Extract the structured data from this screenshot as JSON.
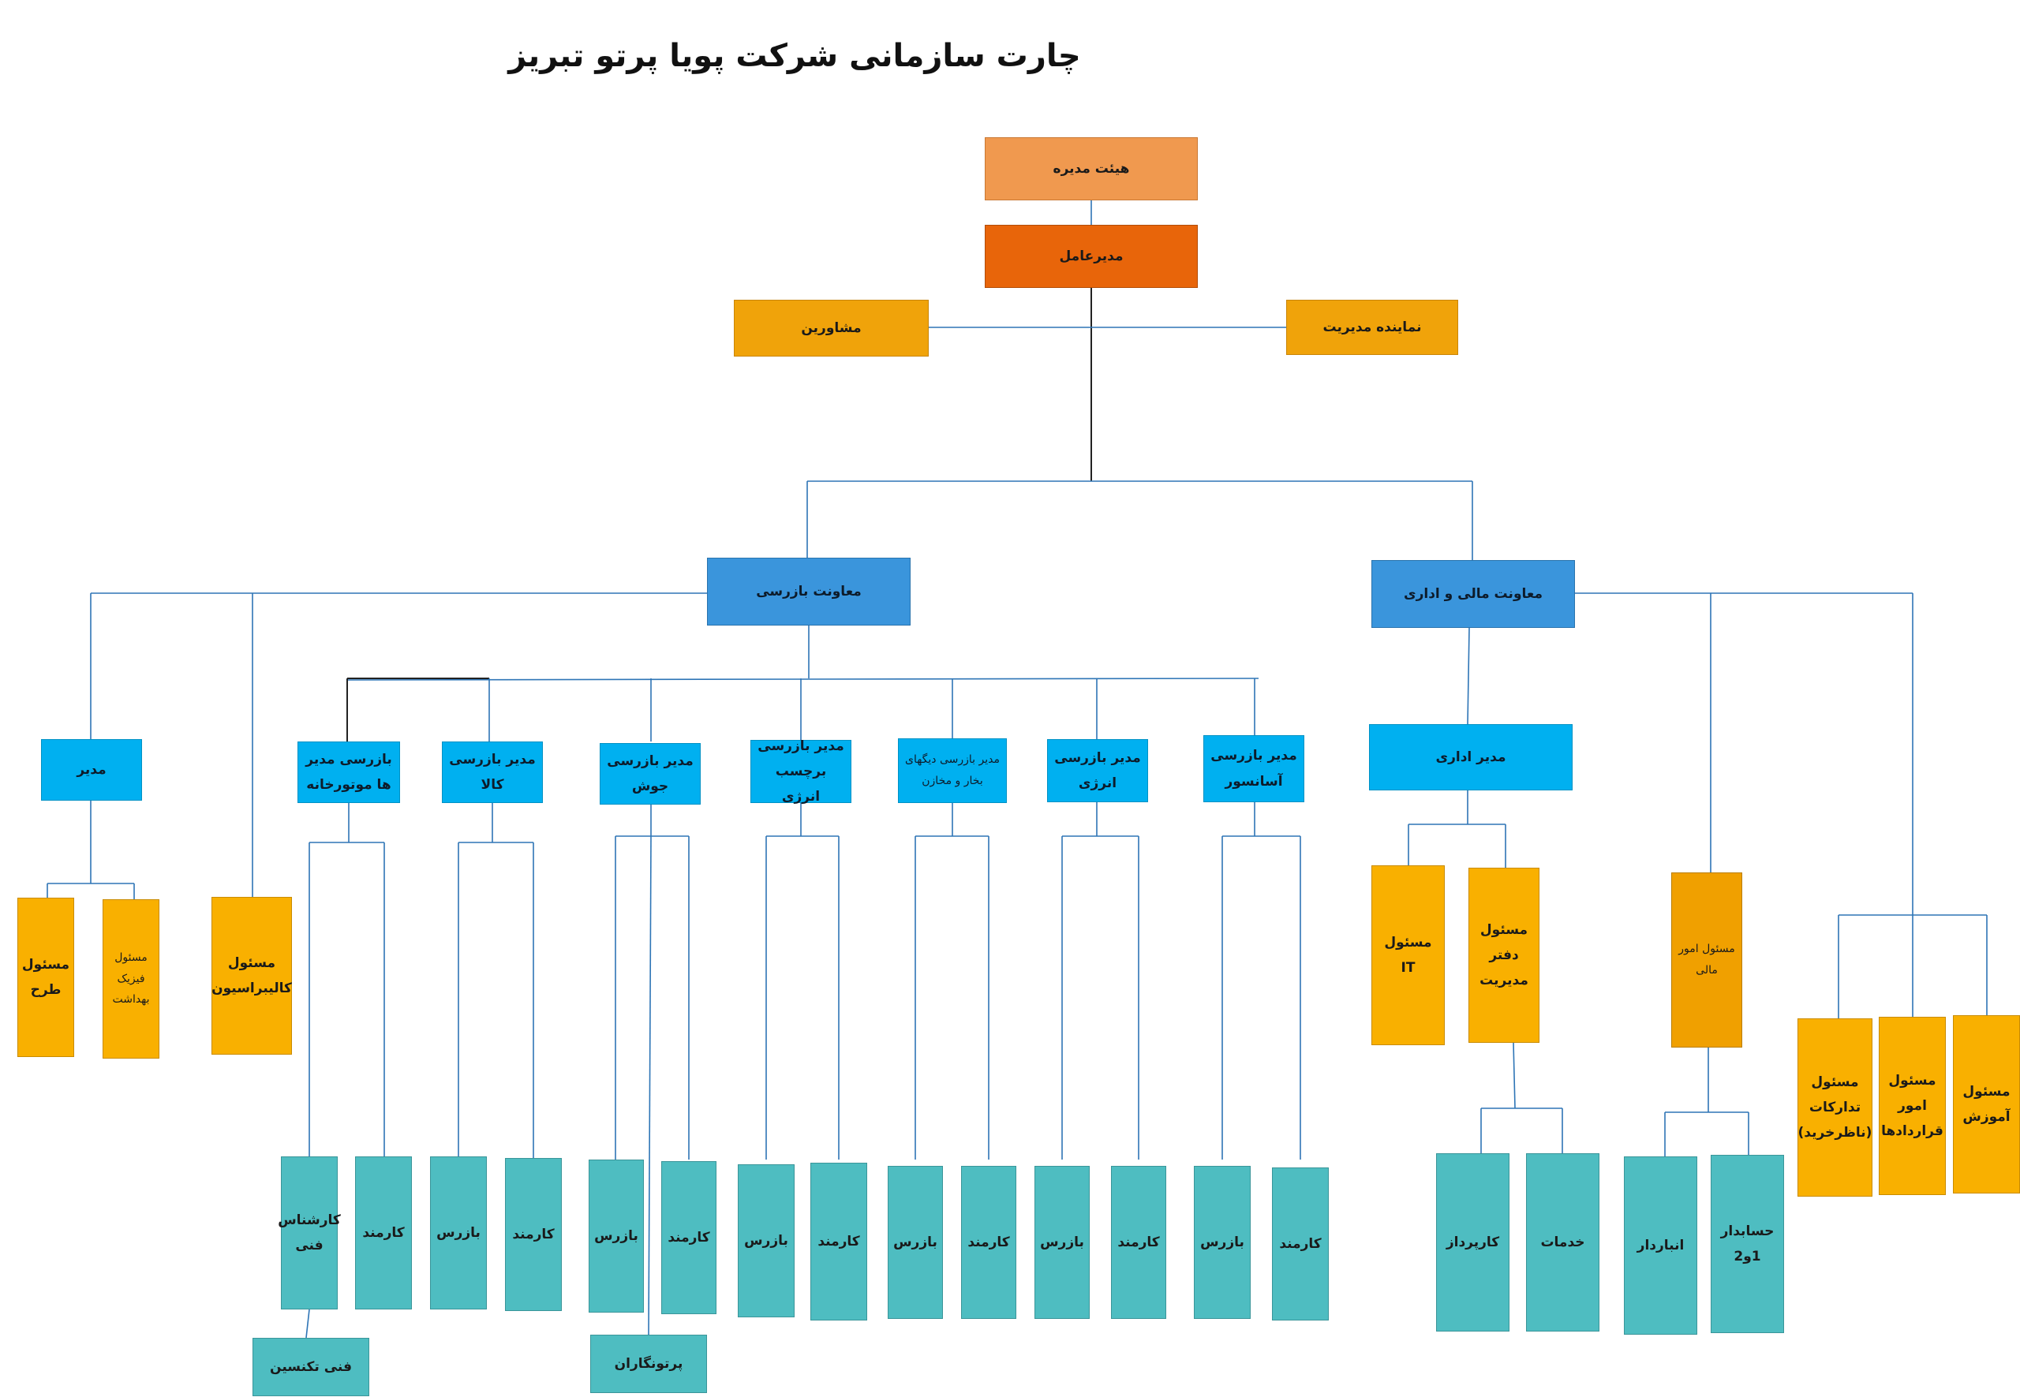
{
  "title": "چارت سازمانی شرکت پویا پرتو تبریز",
  "colors": {
    "board": "#f0994f",
    "ceo": "#e8650a",
    "advisory": "#f0a30a",
    "deputy": "#3a95dc",
    "manager": "#00b0f0",
    "officer": "#f9b000",
    "staff": "#4ebdc1",
    "line": "#2e75b6"
  },
  "nodes": {
    "board": "هیئت مدیره",
    "ceo": "مدیرعامل",
    "advisors": "مشاورین",
    "mgmt_rep": "نماینده مدیریت",
    "deputy_inspection": "معاونت بازرسی",
    "deputy_finance": "معاونت مالی و اداری",
    "manager_left": "مدیر",
    "insp_engine": [
      "بازرسی  مدیر",
      "ها  موتورخانه"
    ],
    "insp_goods": "مدیر بازرسی کالا",
    "insp_welding": [
      "مدیر بازرسی",
      "جوش"
    ],
    "insp_label": [
      "مدیر بازرسی",
      "برچسب انرژی"
    ],
    "insp_boilers": [
      "مدیر بازرسی دیگهای",
      "بخار و مخازن"
    ],
    "insp_energy": [
      "مدیر بازرسی",
      "انرژی"
    ],
    "insp_elevator": [
      "مدیر بازرسی",
      "آسانسور"
    ],
    "admin_manager": "مدیر اداری",
    "design_officer": [
      "مسئول",
      "طرح"
    ],
    "health_physics": [
      "مسئول",
      "فیزیک",
      "بهداشت"
    ],
    "calibration": [
      "مسئول",
      "کالیبراسیون"
    ],
    "it_officer": [
      "مسئول",
      "IT"
    ],
    "office_officer": [
      "مسئول دفتر",
      "مدیریت"
    ],
    "finance_officer": [
      "مسئول امور",
      "مالی"
    ],
    "procurement": [
      "مسئول",
      "تدارکات",
      "(ناظرخرید)"
    ],
    "contracts": [
      "مسئول",
      "امور",
      "قراردادها"
    ],
    "training": [
      "مسئول",
      "آموزش"
    ],
    "tech_expert": [
      "کارشناس",
      "فنی"
    ],
    "technician": "فنی  تکنسین",
    "radiographers": "پرتونگاران",
    "inspector": "بازرس",
    "employee": "کارمند",
    "purchaser": "کارپرداز",
    "services": "خدمات",
    "storekeeper": "انباردار",
    "accountant": [
      "حسابدار",
      "1و2"
    ]
  }
}
